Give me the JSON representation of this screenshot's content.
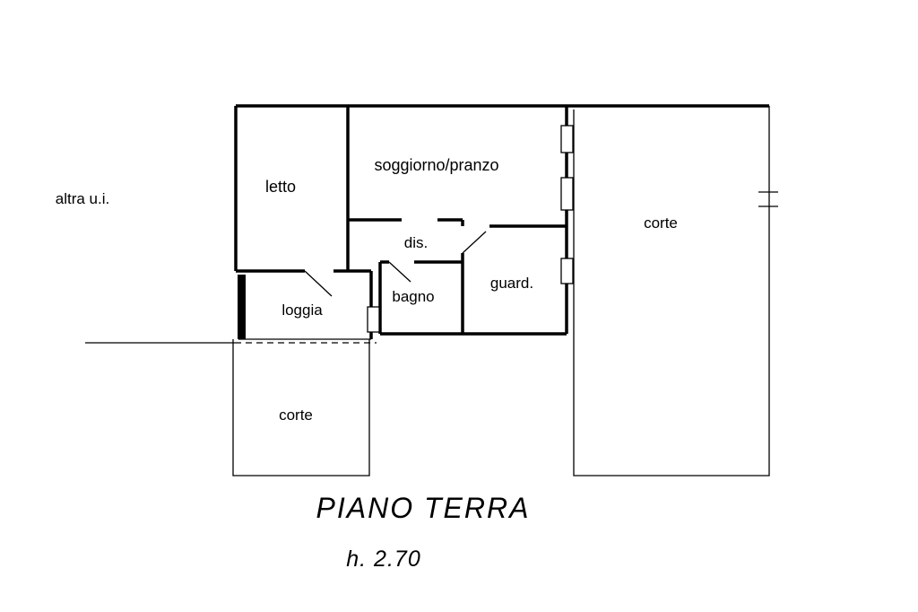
{
  "plan": {
    "title": "PIANO TERRA",
    "height_note": "h. 2.70",
    "external_label": "altra u.i.",
    "rooms": {
      "letto": "letto",
      "soggiorno": "soggiorno/pranzo",
      "dis": "dis.",
      "bagno": "bagno",
      "guard": "guard.",
      "loggia": "loggia",
      "corte_left": "corte",
      "corte_right": "corte"
    }
  },
  "colors": {
    "line": "#000000",
    "background": "#ffffff"
  }
}
